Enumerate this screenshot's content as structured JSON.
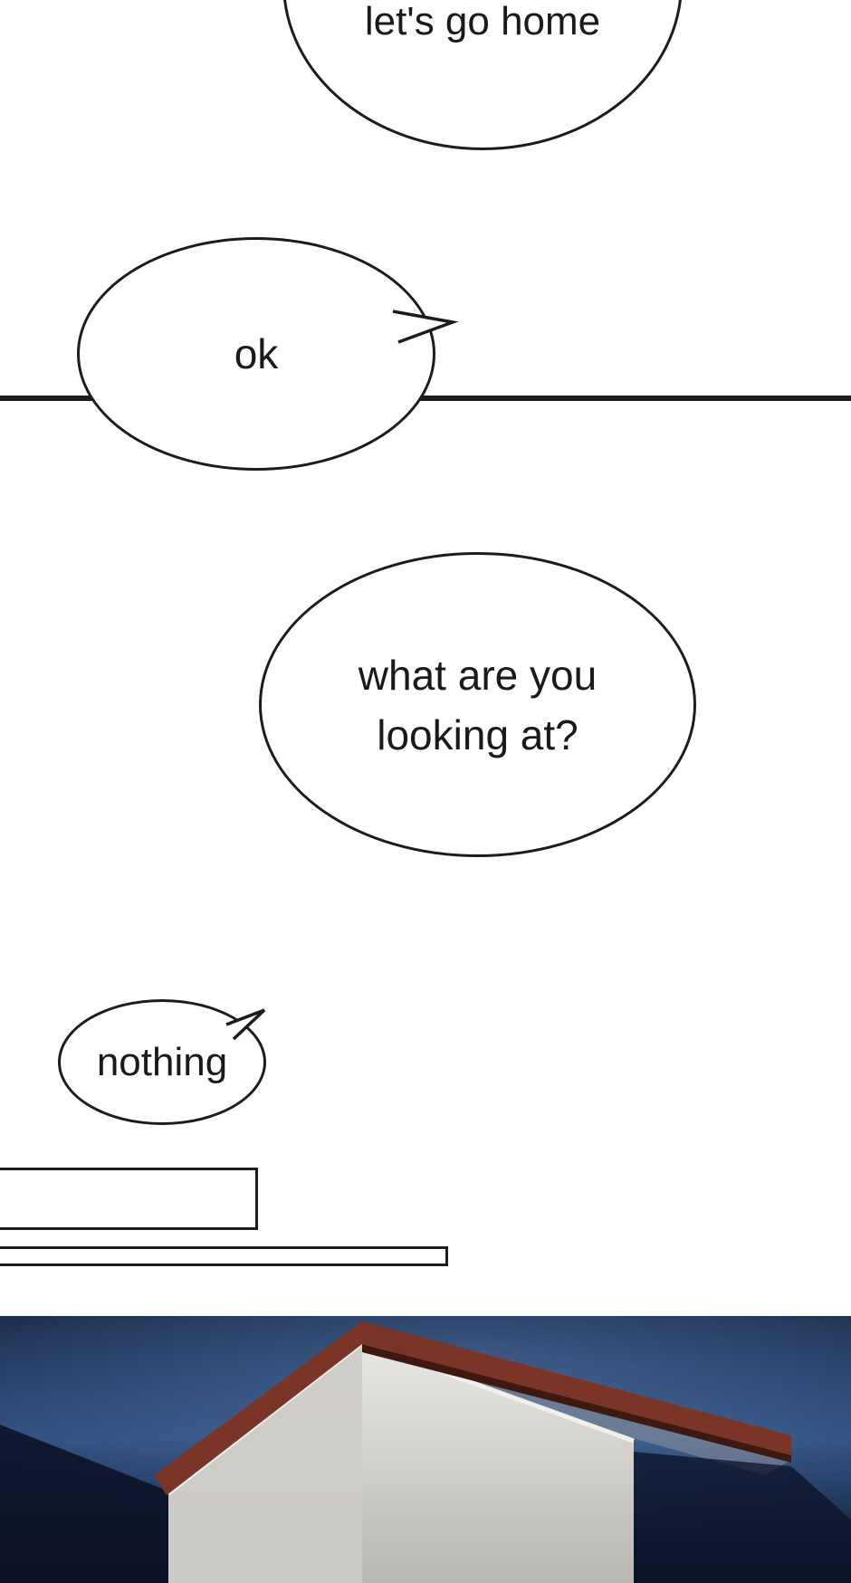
{
  "page": {
    "background": "#ffffff",
    "ink": "#1c1c1c"
  },
  "bubbles": [
    {
      "text": "let's go home"
    },
    {
      "text": "ok"
    },
    {
      "lines": [
        "what are you",
        "looking at?"
      ]
    },
    {
      "text": "nothing"
    }
  ],
  "scene": {
    "colors": {
      "sky_top": "#1b2b4a",
      "sky_mid": "#30507f",
      "sky_bottom": "#0d1830",
      "glow": "#5d83b8",
      "roof_trim": "#7b3527",
      "roof_trim_dark": "#3f1910",
      "roof_shade": "#8f949c",
      "wall_light": "#e9e7e2",
      "wall_dark": "#b9b7b2",
      "wall_side": "#cdcbc6",
      "edge_light": "#f0efec",
      "shadow": "#0b1226"
    }
  }
}
